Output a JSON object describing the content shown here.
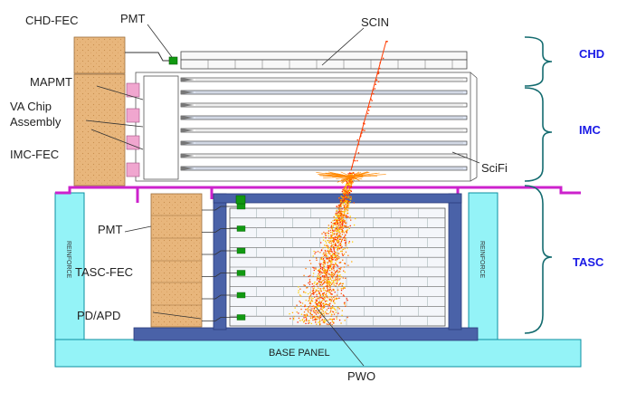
{
  "labels": {
    "chd_fec": "CHD-FEC",
    "pmt_top": "PMT",
    "scin": "SCIN",
    "mapmt": "MAPMT",
    "va_chip_line1": "VA Chip",
    "va_chip_line2": "Assembly",
    "imc_fec": "IMC-FEC",
    "scifi": "SciFi",
    "pmt_tasc": "PMT",
    "tasc_fec": "TASC-FEC",
    "pd_apd": "PD/APD",
    "reinforce_left": "REINFORCE",
    "reinforce_right": "REINFORCE",
    "base_panel": "BASE PANEL",
    "pwo": "PWO"
  },
  "sections": [
    {
      "name": "CHD"
    },
    {
      "name": "IMC"
    },
    {
      "name": "TASC"
    }
  ],
  "colors": {
    "fec_fill": "#e8b67c",
    "pmt_green": "#119911",
    "mapmt_pink": "#f0a6cf",
    "cyan": "#94f3f7",
    "cyan_edge": "#0b8fa0",
    "blue_frame": "#4a62a8",
    "magenta": "#cc22cc",
    "section_label": "#1a1ae6",
    "brace": "#136b6f",
    "shower": "#ff3b00"
  }
}
